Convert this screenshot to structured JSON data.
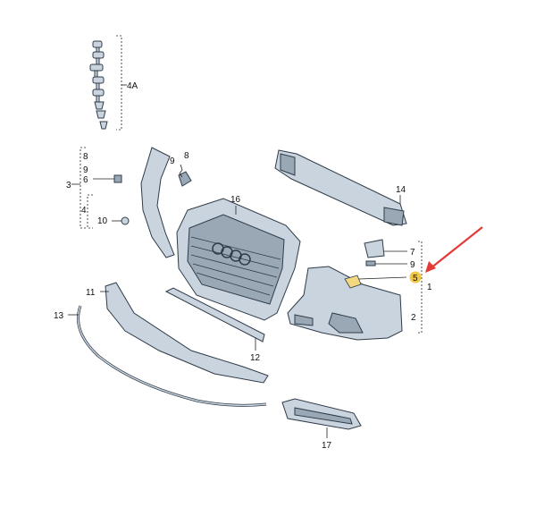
{
  "callouts": {
    "c4A": "4A",
    "c8a": "8",
    "c9a": "9",
    "c6": "6",
    "c3": "3",
    "c4": "4",
    "c10": "10",
    "c9b": "9",
    "c8b": "8",
    "c16": "16",
    "c14": "14",
    "c7": "7",
    "c9c": "9",
    "c5": "5",
    "c1": "1",
    "c2": "2",
    "c11": "11",
    "c13": "13",
    "c12": "12",
    "c17": "17"
  },
  "colors": {
    "highlight": "#f2c744",
    "arrow": "#e53935",
    "part_fill": "#c9d4df",
    "part_stroke": "#2f3b48"
  }
}
